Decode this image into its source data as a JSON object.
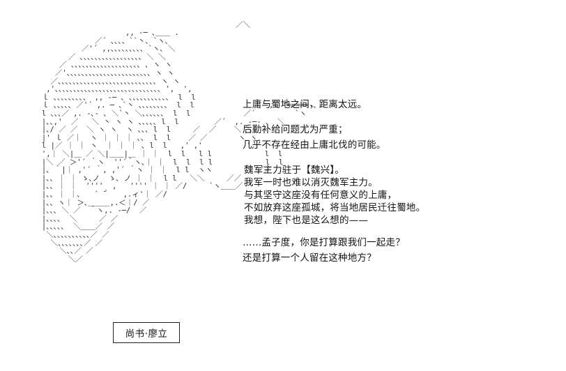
{
  "scene": {
    "type": "ascii-art-visual-novel-frame",
    "background_color": "#ffffff",
    "text_color": "#121212",
    "art_color": "#2b2b2b"
  },
  "nameplate": {
    "label": "尚书·廖立"
  },
  "dialogue": {
    "lines": [
      {
        "id": "l1",
        "text": "上庸与蜀地之间，距离太远。"
      },
      {
        "id": "l2",
        "text": "后勤补给问题尤为严重；"
      },
      {
        "id": "l3",
        "text": "几乎不存在经由上庸北伐的可能。"
      },
      {
        "id": "l4",
        "text": "魏军主力驻于【魏兴】。"
      },
      {
        "id": "l5",
        "text": "我军一时也难以消灭魏军主力。"
      },
      {
        "id": "l6",
        "text": "与其坚守这座没有任何意义的上庸，"
      },
      {
        "id": "l7",
        "text": "不如放弃这座孤城，将当地居民迁往蜀地。"
      },
      {
        "id": "l8",
        "text": "我想，陛下也是这么想的——"
      },
      {
        "id": "l9",
        "text": "……孟子度，你是打算跟我们一起走？"
      },
      {
        "id": "l10",
        "text": "还是打算一个人留在这种地方？"
      }
    ]
  },
  "ascii_art": {
    "body": "                                                  ／＼\n                         ,, -─ ､＿＿ .\n                  ／´ ､､､、``丶､ `ヽ､\n               ／'´ ,,､､､､､､､､､ `ヽ､ ＼\n            ／ ､､､､､､､､､､､､､､､､､ ＼ ＼\n          ／ ､､､､､､､､､､､､､､､､､､､ ､ ヽ ヽ\n         ／'､､､､､､､､､､､､､､､､､､､､､､､ ヽ ヽ\n        ／､､､､､､､､､､､､､､､､､､､､､､､､､､､ ヽ ヽ\n       ,'､､､､､､､､､､､､､､､､､､､､､､､､､､､､､ ',  ',\n      ｌ ､､､､､､､､、 ,, -─ ､ ､､､､､､､､､､､  l  l\n      ｌ ､､､､､ ／'´ ,. ─ ､`丶 ､､､､､､､､  l  l                 ,. -=====-､\n      l ､､､／ ,. -､‐ ､ ＼`丶 ＼､､､､､､  l  l            ／´         `ヽ\n      |､､,'  ／   ＼ 丶 ヽ ヽ ､､､､､ l  l        ／´  ,. -─- 、 ＼\n      |､/ ／ ／  ＼ ヽ ヽ  ヽ ､､､ l  l     ／  ／    ＼ ＼\n      |' ｌ ／｜  ヽ ｜ ｜ ｜ ､､  l  l    ／ ／       ヽ ヽ\n      l |／ ｜ ｜ ヽ  ｜ ｜ ｜ ､ l  l   ,' ,'          ',  '\n      ',｜ ＼|＿ ／ ＼|＿＿|＿ ｜ ｜  l  l   l l            l  l\n      |＼ ／ ＞'´ ｀ヽ  ''´｀ヽ､｜ ｜  l  l  l l            l  l\n      |､ ｀|｜ ,'´ ｀, ,'´ ｀ヽ ｜ ｜  l l  ヽヽ          ／／\n      |､､ ｜ ｜ ゝ､ノ  ゝ､ ノ ｜ ｜  l l   ＼＼     ／／\n      |､､ ｜ ｜  ''''  ,   '''' ｜ ｜ ／/     `ヽ＿＿／'´\n      |､､ ｜ ｜､   ´ ̄｀   ,.ィ'｜ ／/\n      |､､ ヽ｜ ＞､＿＿＿,.＜｜/ ／\n      |､､､ ＼ ／  ｀ヽ,. -─/  ／\n      |､､､､  ＼     ／ ／\n      |､､､､､  ＼＿＿／ ／\n       ＼､､､､､､､､､､／ ／\n        ＼､､､､､､､／ ／\n          ＼､､／ ／\n            ＼／"
  }
}
